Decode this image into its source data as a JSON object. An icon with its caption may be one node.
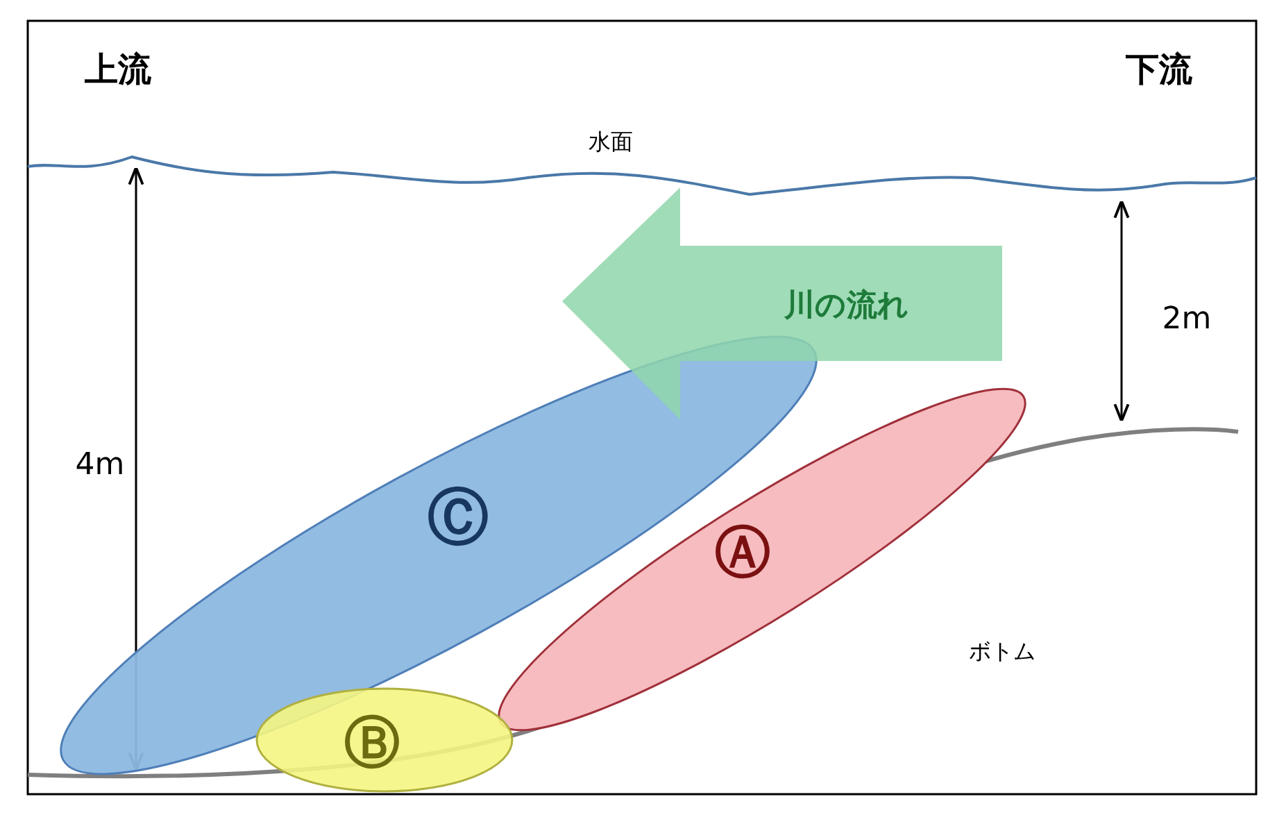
{
  "diagram": {
    "nodes": [
      {
        "text": [
          "川の流れ"
        ]
      },
      {
        "text": [
          "Ⓒ"
        ]
      },
      {
        "text": [
          "Ⓐ"
        ]
      },
      {
        "text": [
          "Ⓑ"
        ]
      }
    ],
    "labels": [
      "上流",
      "下流",
      "水面",
      "2m",
      "4m",
      "ボトム"
    ]
  }
}
